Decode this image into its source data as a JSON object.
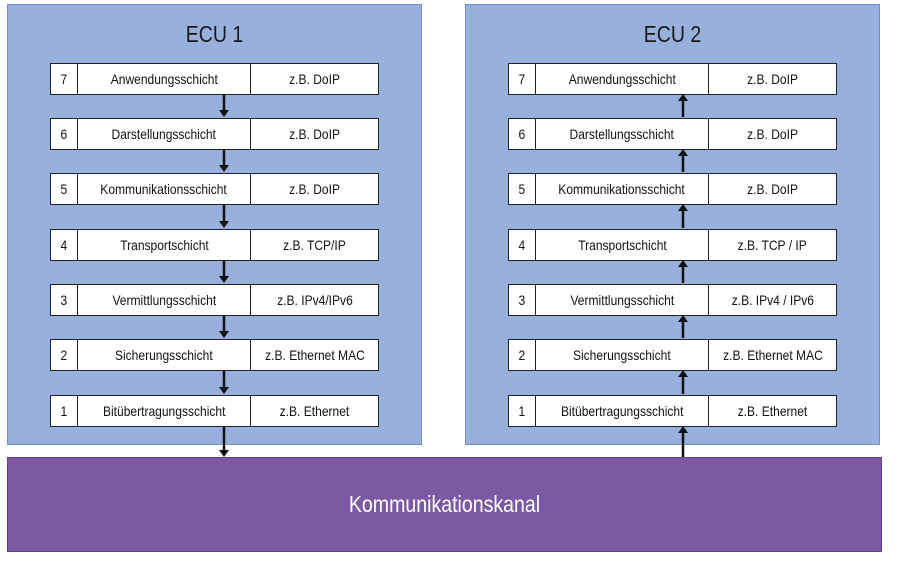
{
  "ecus": [
    {
      "title": "ECU 1",
      "layers": [
        {
          "num": "7",
          "name": "Anwendungsschicht",
          "example": "z.B. DoIP"
        },
        {
          "num": "6",
          "name": "Darstellungsschicht",
          "example": "z.B. DoIP"
        },
        {
          "num": "5",
          "name": "Kommunikationsschicht",
          "example": "z.B. DoIP"
        },
        {
          "num": "4",
          "name": "Transportschicht",
          "example": "z.B. TCP/IP"
        },
        {
          "num": "3",
          "name": "Vermittlungsschicht",
          "example": "z.B. IPv4/IPv6"
        },
        {
          "num": "2",
          "name": "Sicherungsschicht",
          "example": "z.B. Ethernet MAC"
        },
        {
          "num": "1",
          "name": "Bitübertragungsschicht",
          "example": "z.B. Ethernet"
        }
      ],
      "flow": "down"
    },
    {
      "title": "ECU 2",
      "layers": [
        {
          "num": "7",
          "name": "Anwendungsschicht",
          "example": "z.B. DoIP"
        },
        {
          "num": "6",
          "name": "Darstellungsschicht",
          "example": "z.B. DoIP"
        },
        {
          "num": "5",
          "name": "Kommunikationsschicht",
          "example": "z.B. DoIP"
        },
        {
          "num": "4",
          "name": "Transportschicht",
          "example": "z.B. TCP / IP"
        },
        {
          "num": "3",
          "name": "Vermittlungsschicht",
          "example": "z.B. IPv4 / IPv6"
        },
        {
          "num": "2",
          "name": "Sicherungsschicht",
          "example": "z.B. Ethernet MAC"
        },
        {
          "num": "1",
          "name": "Bitübertragungsschicht",
          "example": "z.B. Ethernet"
        }
      ],
      "flow": "up"
    }
  ],
  "channel": {
    "label": "Kommunikationskanal"
  },
  "colors": {
    "ecu_fill": "#97b0dc",
    "channel_fill": "#7b5aa3",
    "arrow": "#111111"
  }
}
